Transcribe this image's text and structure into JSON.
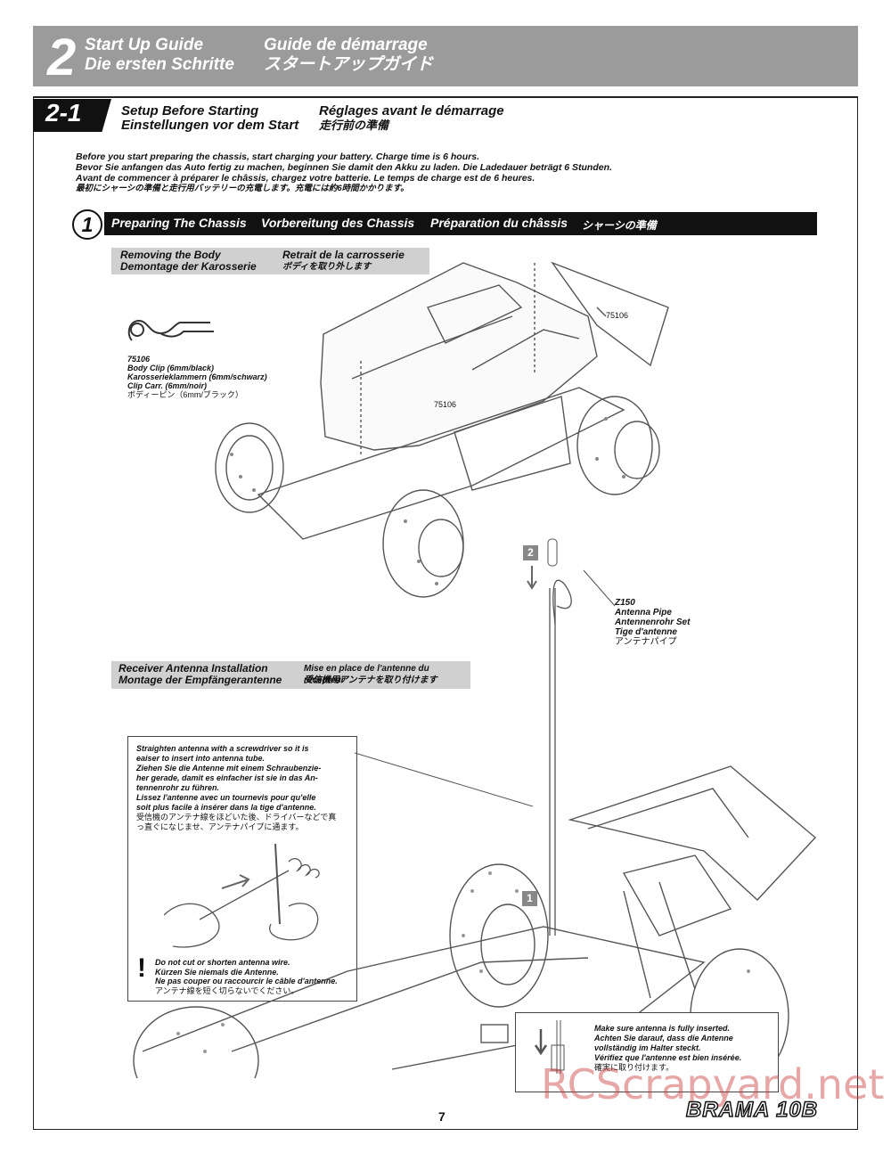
{
  "header": {
    "number": "2",
    "title_en": "Start Up Guide",
    "title_de": "Die ersten Schritte",
    "title_fr": "Guide de démarrage",
    "title_jp": "スタートアップガイド"
  },
  "section": {
    "number": "2-1",
    "title_en": "Setup Before Starting",
    "title_de": "Einstellungen vor dem Start",
    "title_fr": "Réglages avant le démarrage",
    "title_jp": "走行前の準備"
  },
  "intro": [
    "Before you start preparing the chassis, start charging your battery. Charge time is 6 hours.",
    "Bevor Sie anfangen das Auto fertig zu machen, beginnen Sie damit den Akku zu laden. Die Ladedauer beträgt 6 Stunden.",
    "Avant de commencer à préparer le châssis, chargez votre batterie. Le temps de charge est de 6 heures.",
    "最初にシャーシの準備と走行用バッテリーの充電します。充電には約6時間かかります。"
  ],
  "step": {
    "number": "1",
    "label_en": "Preparing The Chassis",
    "label_de": "Vorbereitung des Chassis",
    "label_fr": "Préparation du châssis",
    "label_jp": "シャーシの準備"
  },
  "removing_body": {
    "en": "Removing the Body",
    "de": "Demontage der Karosserie",
    "fr": "Retrait de la carrosserie",
    "jp": "ボディを取り外します"
  },
  "body_clip": {
    "part": "75106",
    "en": "Body Clip (6mm/black)",
    "de": "Karosserieklammern (6mm/schwarz)",
    "fr": "Clip Carr. (6mm/noir)",
    "jp": "ボディーピン（6mm/ブラック）",
    "callout_1": "75106",
    "callout_2": "75106"
  },
  "antenna_pipe": {
    "part": "Z150",
    "en": "Antenna Pipe",
    "de": "Antennenrohr Set",
    "fr": "Tige d'antenne",
    "jp": "アンテナパイプ"
  },
  "receiver": {
    "en": "Receiver Antenna Installation",
    "de": "Montage der Empfängerantenne",
    "fr": "Mise en place de l'antenne du récepteur",
    "jp": "受信機用アンテナを取り付けます"
  },
  "straighten": [
    "Straighten antenna with a screwdriver so it is",
    "eaiser to insert into antenna tube.",
    "Ziehen Sie die Antenne mit einem Schraubenzie-",
    "her gerade, damit es einfacher ist sie in das An-",
    "tennenrohr zu führen.",
    "Lissez l'antenne avec un tournevis pour qu'elle",
    "soit plus facile à insérer dans la tige d'antenne.",
    "受信機のアンテナ線をほどいた後、ドライバーなどで真",
    "っ直ぐになじませ、アンテナパイプに通ます。"
  ],
  "warning": [
    "Do not cut or shorten antenna wire.",
    "Kürzen Sie niemals die Antenne.",
    "Ne pas couper ou raccourcir le câble d'antenne.",
    "アンテナ線を短く切らないでください。"
  ],
  "make_sure": [
    "Make sure antenna is fully inserted.",
    "Achten Sie darauf, dass die Antenne",
    "vollständig im Halter steckt.",
    "Vérifiez que l'antenne est bien insérée.",
    "確実に取り付けます。"
  ],
  "markers": {
    "m1": "1",
    "m2": "2"
  },
  "footer": {
    "page": "7",
    "logo": "BRAMA 10B",
    "watermark": "RCScrapyard.net"
  }
}
